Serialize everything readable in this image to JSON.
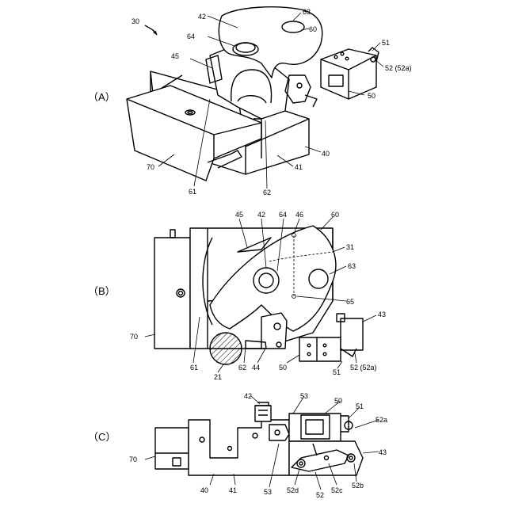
{
  "panels": {
    "A": "（A）",
    "B": "（B）",
    "C": "（C）"
  },
  "labels_a": {
    "ref30": "30",
    "ref42": "42",
    "ref63": "63",
    "ref64": "64",
    "ref60": "60",
    "ref51": "51",
    "ref52": "52 (52a)",
    "ref45": "45",
    "ref50": "50",
    "ref70": "70",
    "ref40": "40",
    "ref41": "41",
    "ref61": "61",
    "ref62": "62"
  },
  "labels_b": {
    "ref45": "45",
    "ref42": "42",
    "ref64": "64",
    "ref46": "46",
    "ref60": "60",
    "ref31": "31",
    "ref63": "63",
    "ref65": "65",
    "ref43": "43",
    "ref70": "70",
    "ref61": "61",
    "ref62": "62",
    "ref44": "44",
    "ref21": "21",
    "ref50": "50",
    "ref51": "51",
    "ref52": "52 (52a)"
  },
  "labels_c": {
    "ref42": "42",
    "ref53": "53",
    "ref50": "50",
    "ref51": "51",
    "ref52a": "52a",
    "ref70": "70",
    "ref43": "43",
    "ref40": "40",
    "ref41": "41",
    "ref53b": "53",
    "ref52d": "52d",
    "ref52": "52",
    "ref52c": "52c",
    "ref52b": "52b"
  }
}
